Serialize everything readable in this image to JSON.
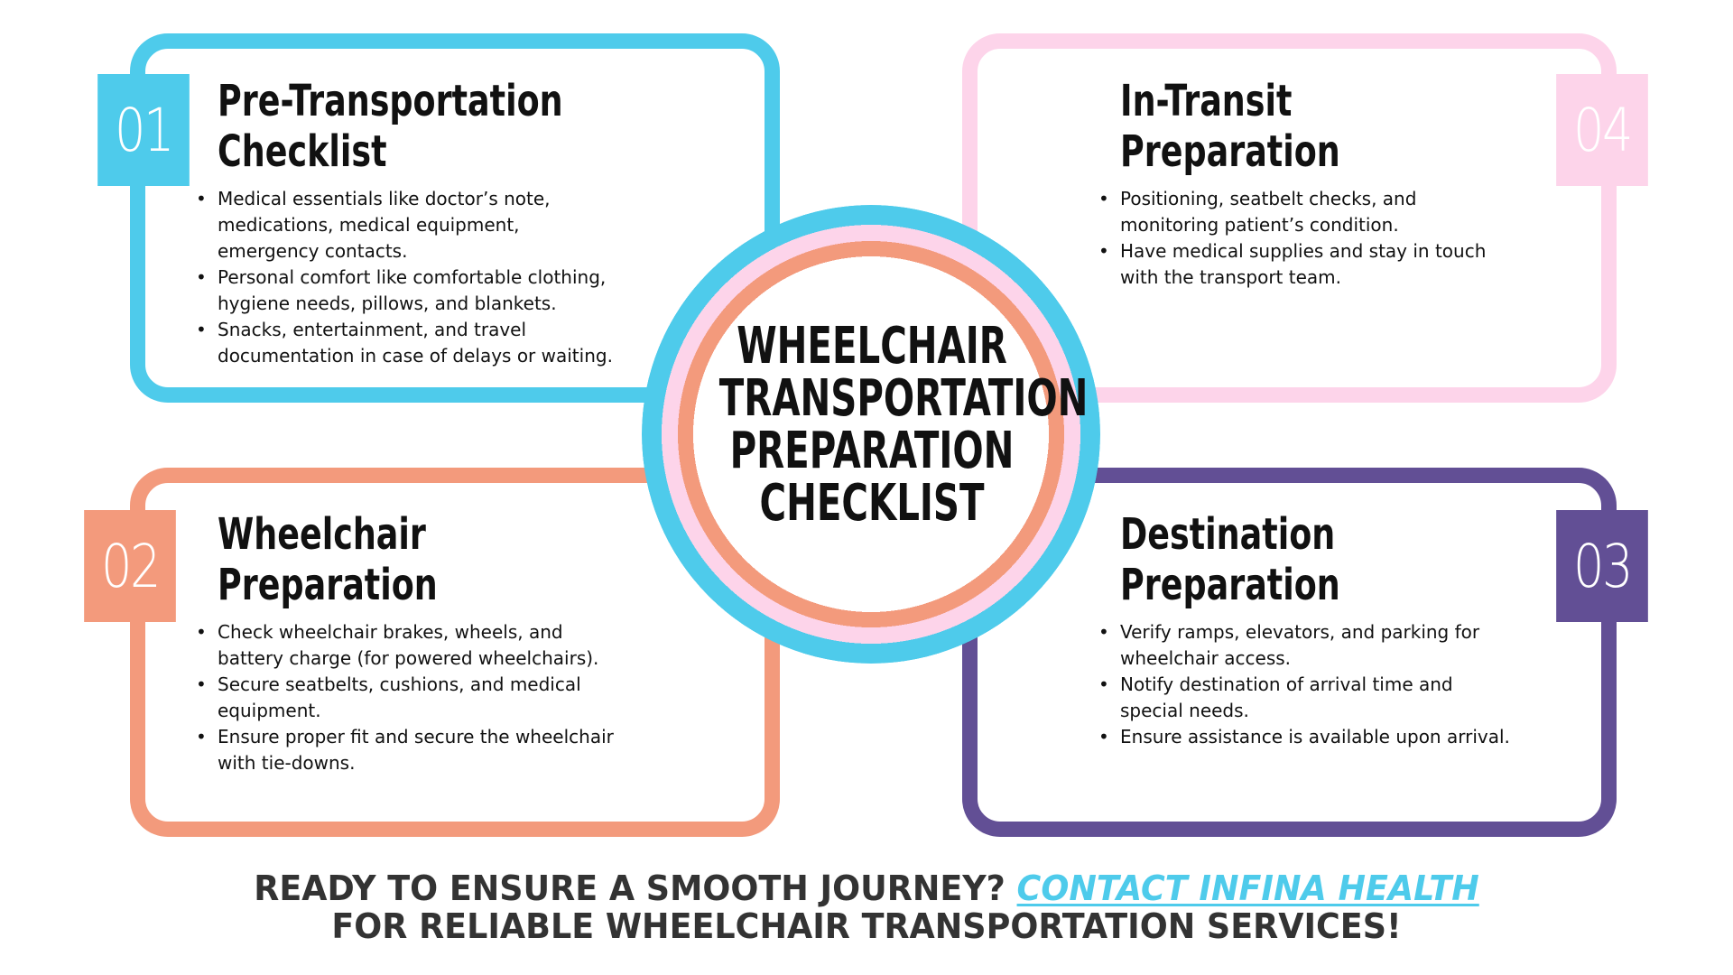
{
  "colors": {
    "blue": "#4ecbeb",
    "pink": "#fdd4ea",
    "salmon": "#f39a7c",
    "purple": "#624f95",
    "text": "#111111",
    "cta_text": "#333333"
  },
  "center": {
    "title_lines": [
      "WHEELCHAIR",
      "TRANSPORTATION",
      "PREPARATION",
      "CHECKLIST"
    ]
  },
  "sections": [
    {
      "number": "01",
      "title_lines": [
        "Pre-Transportation",
        "Checklist"
      ],
      "items": [
        [
          "Medical essentials like doctor’s note,",
          "medications, medical equipment,",
          "emergency contacts."
        ],
        [
          "Personal comfort like comfortable clothing,",
          "hygiene needs, pillows, and blankets."
        ],
        [
          "Snacks, entertainment, and travel",
          "documentation in case of delays or waiting."
        ]
      ]
    },
    {
      "number": "02",
      "title_lines": [
        "Wheelchair",
        "Preparation"
      ],
      "items": [
        [
          "Check wheelchair brakes, wheels, and",
          "battery charge (for powered wheelchairs)."
        ],
        [
          "Secure seatbelts, cushions, and medical",
          "equipment."
        ],
        [
          "Ensure proper fit and secure the wheelchair",
          "with tie-downs."
        ]
      ]
    },
    {
      "number": "03",
      "title_lines": [
        "Destination",
        "Preparation"
      ],
      "items": [
        [
          "Verify ramps, elevators, and parking for",
          "wheelchair access."
        ],
        [
          "Notify destination of arrival time and",
          "special needs."
        ],
        [
          "Ensure assistance is available upon arrival."
        ]
      ]
    },
    {
      "number": "04",
      "title_lines": [
        "In-Transit",
        "Preparation"
      ],
      "items": [
        [
          "Positioning, seatbelt checks, and",
          "monitoring patient’s condition."
        ],
        [
          "Have medical supplies and stay in touch",
          "with the transport team."
        ]
      ]
    }
  ],
  "cta": {
    "line1_prefix": "READY TO ENSURE A SMOOTH JOURNEY? ",
    "link_text": "CONTACT INFINA HEALTH",
    "line2": "FOR RELIABLE WHEELCHAIR TRANSPORTATION SERVICES!"
  }
}
